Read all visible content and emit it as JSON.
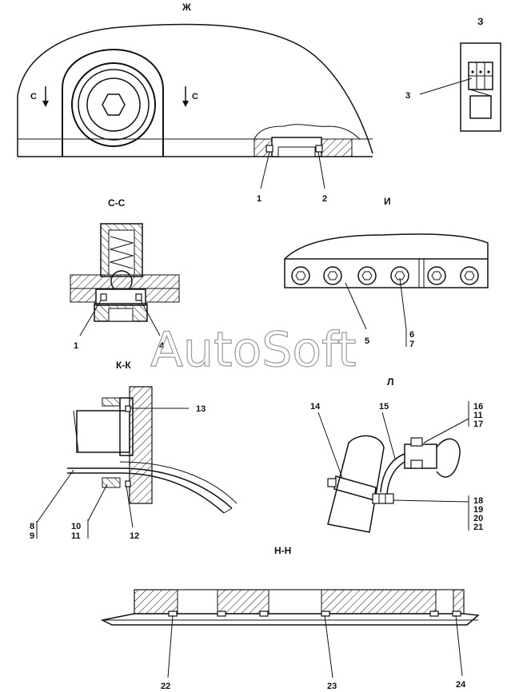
{
  "views": {
    "zh": "Ж",
    "z": "З",
    "cc": "С-С",
    "i": "И",
    "kk": "К-К",
    "l": "Л",
    "nn": "Н-Н"
  },
  "section_marks": {
    "left": "С",
    "right": "С"
  },
  "callouts": {
    "c1a": "1",
    "c2": "2",
    "c3": "3",
    "c1b": "1",
    "c4": "4",
    "c5": "5",
    "c6": "6",
    "c7": "7",
    "c13": "13",
    "c8": "8",
    "c9": "9",
    "c10": "10",
    "c11a": "11",
    "c12": "12",
    "c14": "14",
    "c15": "15",
    "c16": "16",
    "c11b": "11",
    "c17": "17",
    "c18": "18",
    "c19": "19",
    "c20": "20",
    "c21": "21",
    "c22": "22",
    "c23": "23",
    "c24": "24"
  },
  "watermark": "AutoSoft"
}
